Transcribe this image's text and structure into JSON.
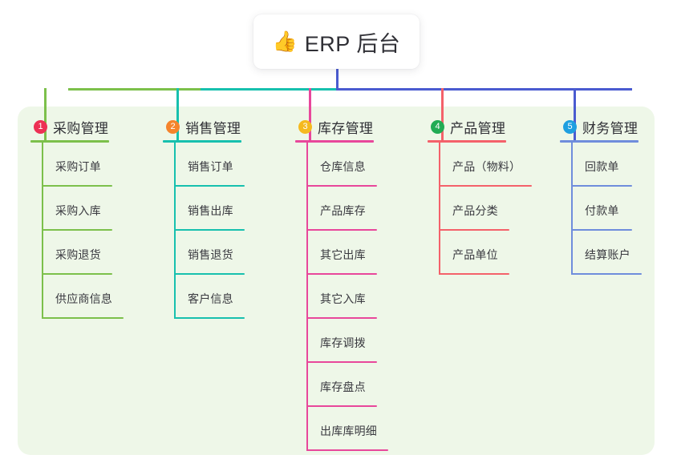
{
  "root": {
    "icon": "thumbs-up-icon",
    "emoji": "👍",
    "title": "ERP 后台"
  },
  "panel": {
    "background": "#eef7e8"
  },
  "connector": {
    "stem_color": "#4a5bd0",
    "segments": [
      {
        "color": "#7cc04b",
        "label": "purchase-segment"
      },
      {
        "color": "#17c0ae",
        "label": "sales-segment"
      },
      {
        "color": "#4a5bd0",
        "label": "inventory-to-finance-segment"
      }
    ]
  },
  "columns": [
    {
      "index": "1",
      "badge_number": "1",
      "badge_color": "#ed3054",
      "title": "采购管理",
      "accent": "#7cc04b",
      "drop_color": "#7cc04b",
      "items": [
        {
          "label": "采购订单",
          "width": 88
        },
        {
          "label": "采购入库",
          "width": 88
        },
        {
          "label": "采购退货",
          "width": 88
        },
        {
          "label": "供应商信息",
          "width": 102
        }
      ]
    },
    {
      "index": "2",
      "badge_number": "2",
      "badge_color": "#f5842c",
      "title": "销售管理",
      "accent": "#17c0ae",
      "drop_color": "#17c0ae",
      "items": [
        {
          "label": "销售订单",
          "width": 88
        },
        {
          "label": "销售出库",
          "width": 88
        },
        {
          "label": "销售退货",
          "width": 88
        },
        {
          "label": "客户信息",
          "width": 88
        }
      ]
    },
    {
      "index": "3",
      "badge_number": "3",
      "badge_color": "#f5b91f",
      "title": "库存管理",
      "accent": "#e8479b",
      "drop_color": "#e8479b",
      "items": [
        {
          "label": "仓库信息",
          "width": 88
        },
        {
          "label": "产品库存",
          "width": 88
        },
        {
          "label": "其它出库",
          "width": 88
        },
        {
          "label": "其它入库",
          "width": 88
        },
        {
          "label": "库存调拨",
          "width": 88
        },
        {
          "label": "库存盘点",
          "width": 88
        },
        {
          "label": "出库库明细",
          "width": 102
        }
      ]
    },
    {
      "index": "4",
      "badge_number": "4",
      "badge_color": "#21ab54",
      "title": "产品管理",
      "accent": "#f4616a",
      "drop_color": "#f4616a",
      "items": [
        {
          "label": "产品（物料）",
          "width": 116
        },
        {
          "label": "产品分类",
          "width": 88
        },
        {
          "label": "产品单位",
          "width": 88
        }
      ]
    },
    {
      "index": "5",
      "badge_number": "5",
      "badge_color": "#1e9fe0",
      "title": "财务管理",
      "accent": "#6f8ddc",
      "drop_color": "#4a5bd0",
      "items": [
        {
          "label": "回款单",
          "width": 76
        },
        {
          "label": "付款单",
          "width": 76
        },
        {
          "label": "结算账户",
          "width": 88
        }
      ]
    }
  ]
}
